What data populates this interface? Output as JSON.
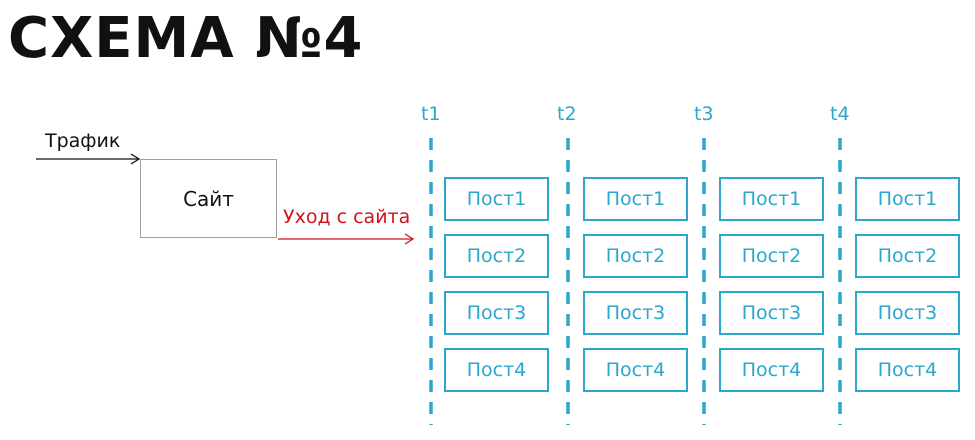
{
  "title": "СХЕМА №4",
  "traffic_label": "Трафик",
  "site_label": "Сайт",
  "leave_label": "Уход с сайта",
  "timeline": {
    "labels": [
      "t1",
      "t2",
      "t3",
      "t4"
    ]
  },
  "columns": [
    {
      "posts": [
        "Пост1",
        "Пост2",
        "Пост3",
        "Пост4"
      ]
    },
    {
      "posts": [
        "Пост1",
        "Пост2",
        "Пост3",
        "Пост4"
      ]
    },
    {
      "posts": [
        "Пост1",
        "Пост2",
        "Пост3",
        "Пост4"
      ]
    },
    {
      "posts": [
        "Пост1",
        "Пост2",
        "Пост3",
        "Пост4"
      ]
    }
  ],
  "colors": {
    "accent": "#2aa7cc",
    "leave": "#d0121b",
    "box_border": "#a0a0a0",
    "text": "#111111"
  }
}
